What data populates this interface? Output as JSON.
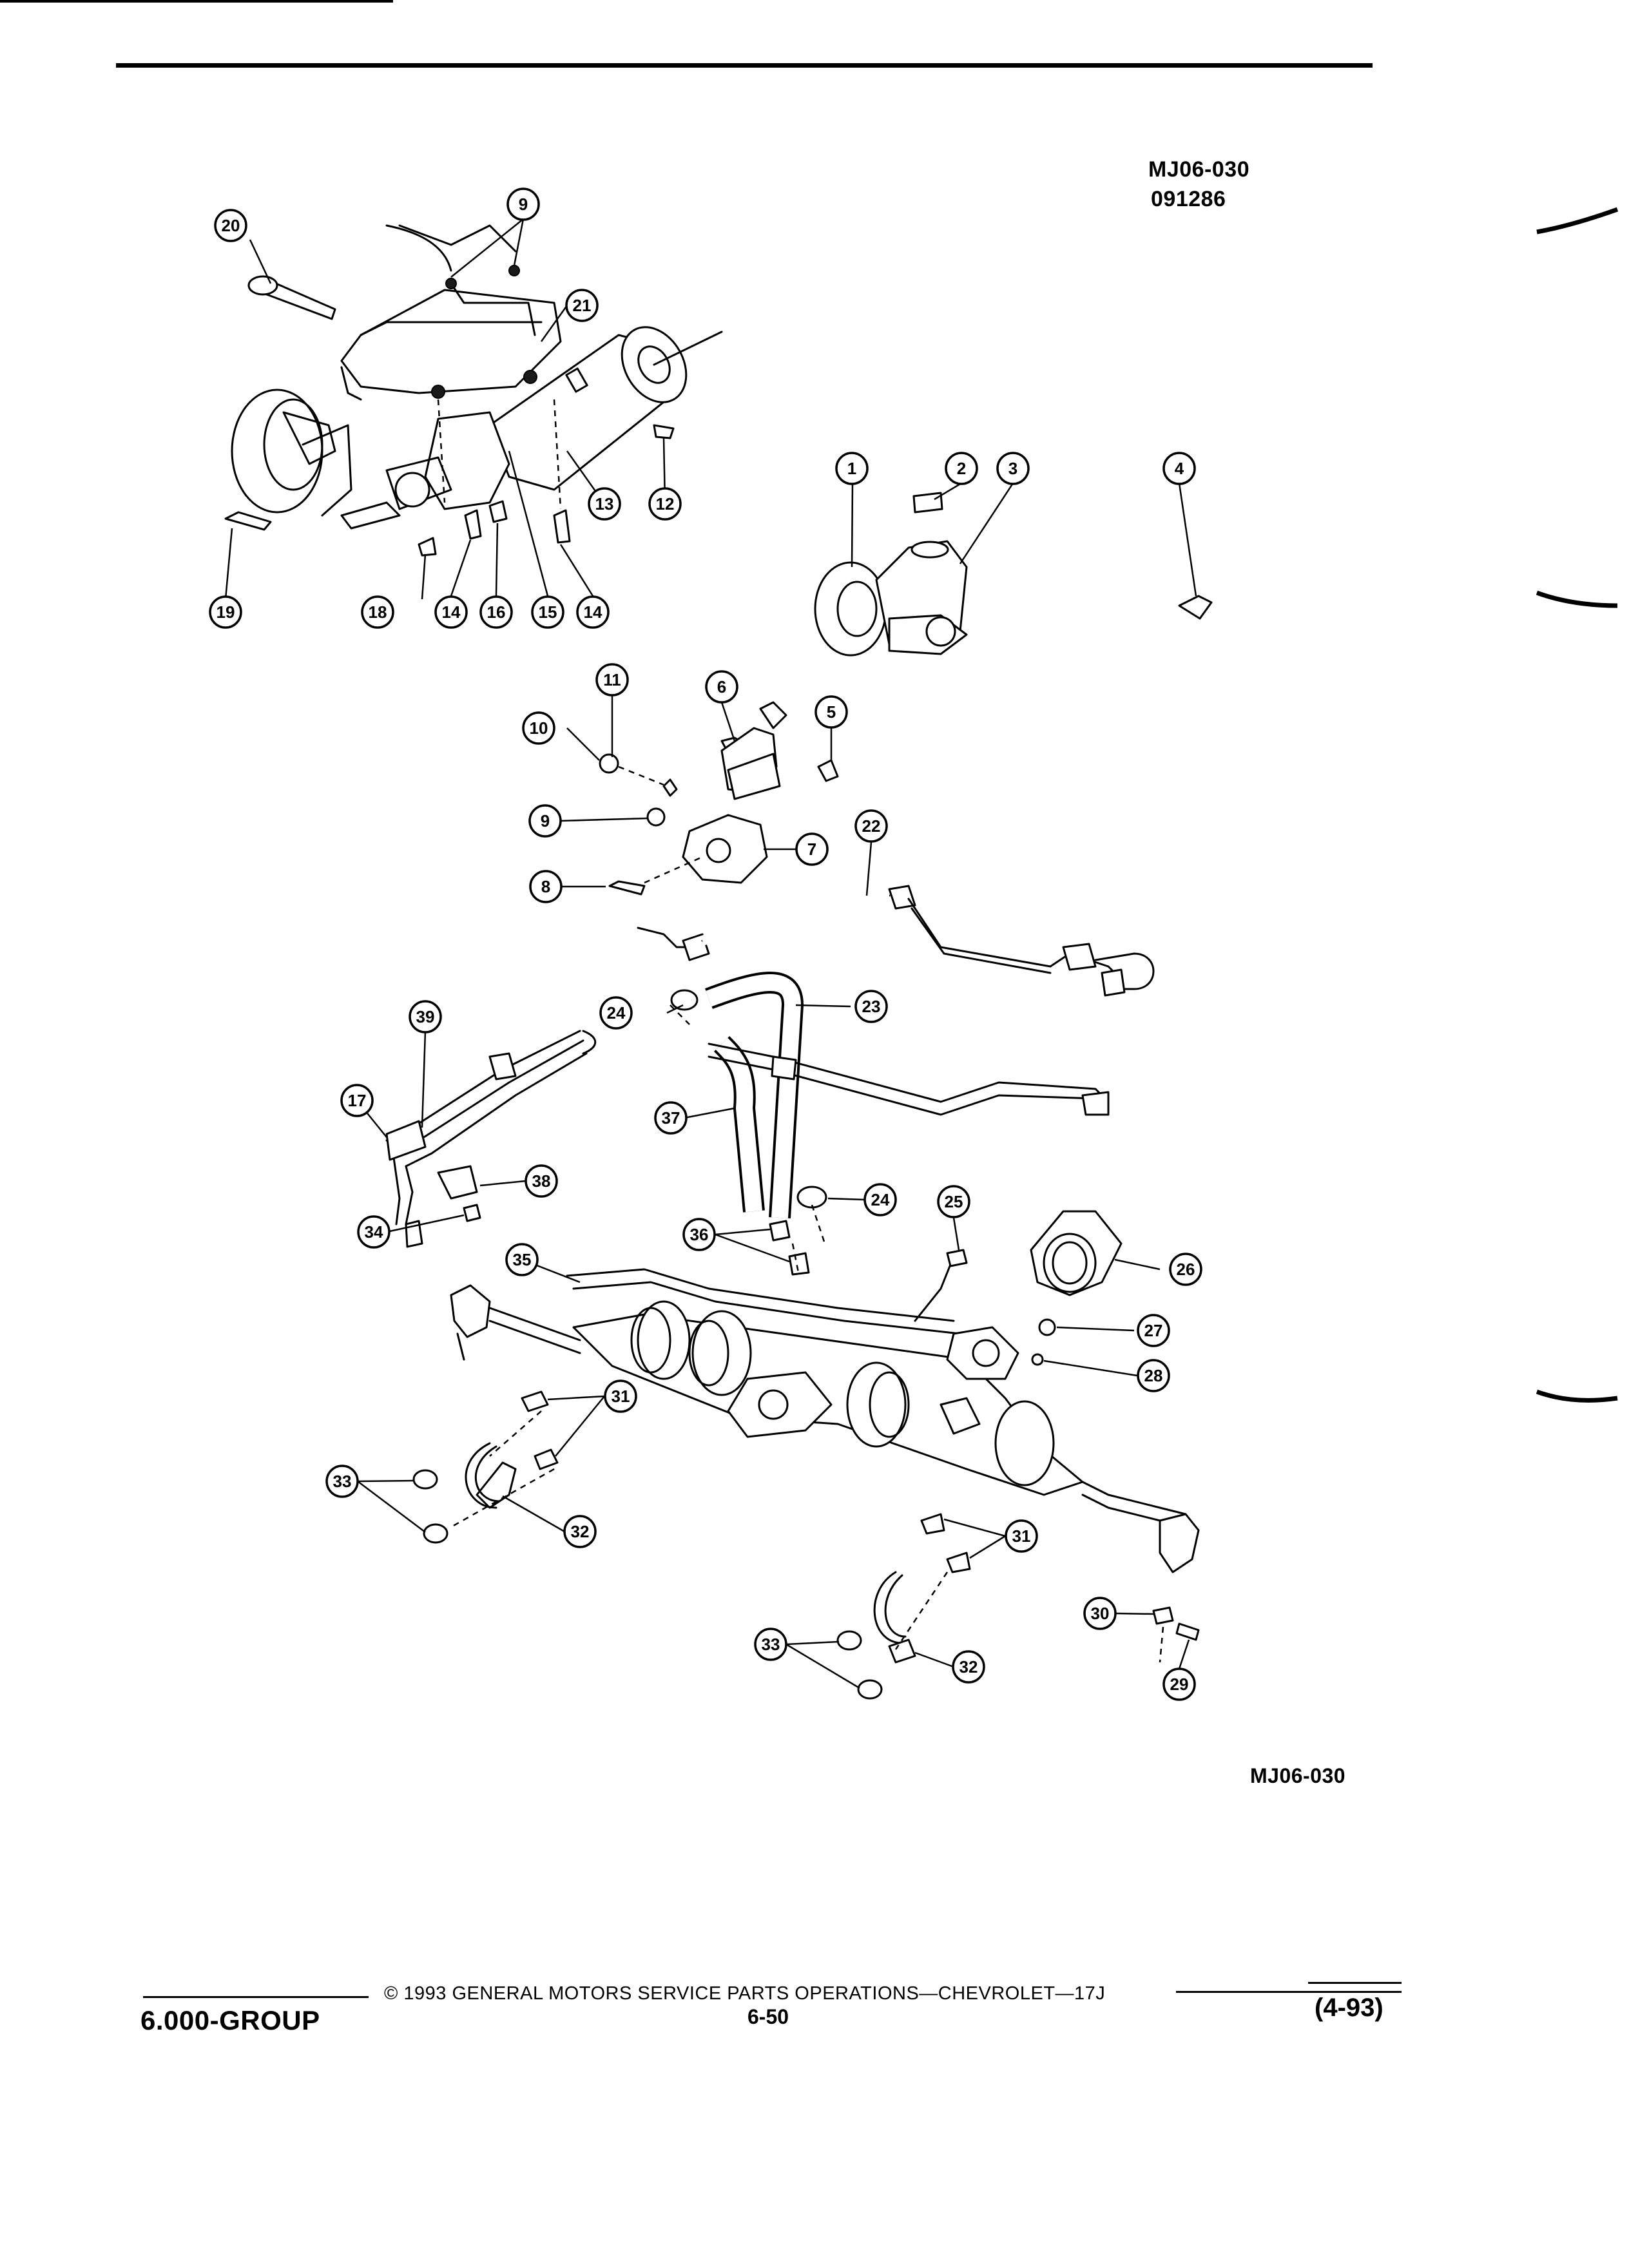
{
  "header": {
    "figure_code": "MJ06-030",
    "figure_date": "091286"
  },
  "figure_label": "MJ06-030",
  "callouts": [
    "1",
    "2",
    "3",
    "4",
    "5",
    "6",
    "7",
    "8",
    "9",
    "10",
    "11",
    "12",
    "13",
    "14",
    "15",
    "16",
    "17",
    "18",
    "19",
    "20",
    "21",
    "22",
    "23",
    "24",
    "25",
    "26",
    "27",
    "28",
    "29",
    "30",
    "31",
    "32",
    "33",
    "34",
    "35",
    "36",
    "37",
    "38",
    "39"
  ],
  "footer": {
    "copyright": "© 1993 GENERAL MOTORS SERVICE PARTS OPERATIONS—CHEVROLET—17J",
    "group": "6.000-GROUP",
    "page": "6-50",
    "revision": "(4-93)"
  }
}
